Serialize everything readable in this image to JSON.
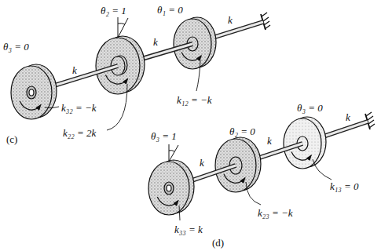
{
  "diagram": {
    "labels": [
      "θ₂ = 1",
      "θ₁ = 0",
      "k",
      "k",
      "θ₃ = 0",
      "k",
      "k₁₂ = −k",
      "k₂₂ = 2k",
      "k₃₂ = −k",
      "(c)",
      "θ₃ = 0",
      "k",
      "θ₃ = 1",
      "θ₂ = 0",
      "k",
      "k",
      "k₁₃ = 0",
      "k₂₃ = −k",
      "k₃₃ = k",
      "(d)"
    ]
  }
}
